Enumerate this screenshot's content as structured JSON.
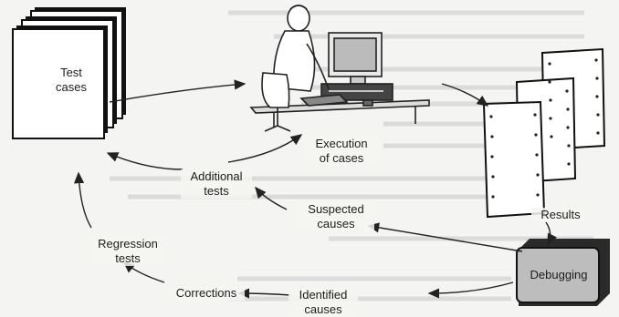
{
  "nodes": {
    "test_cases": [
      "Test",
      "cases"
    ],
    "execution": [
      "Execution",
      "of cases"
    ],
    "results": [
      "Results"
    ],
    "debugging": [
      "Debugging"
    ],
    "identified": [
      "Identified",
      "causes"
    ],
    "suspected": [
      "Suspected",
      "causes"
    ],
    "additional": [
      "Additional",
      "tests"
    ],
    "corrections": [
      "Corrections"
    ],
    "regression": [
      "Regression",
      "tests"
    ]
  }
}
